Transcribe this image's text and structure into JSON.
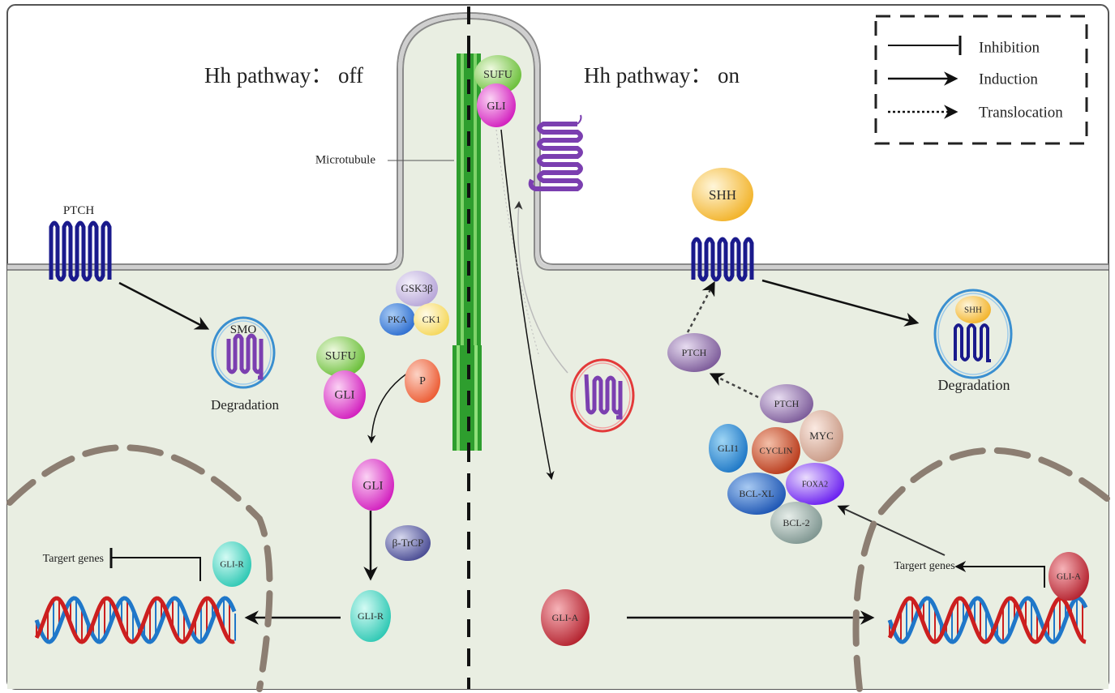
{
  "titles": {
    "off": "Hh pathway： off",
    "on": "Hh pathway： on"
  },
  "legend": {
    "items": [
      {
        "symbol": "inhibition-line",
        "label": "Inhibition"
      },
      {
        "symbol": "solid-arrow",
        "label": "Induction"
      },
      {
        "symbol": "dotted-arrow",
        "label": "Translocation"
      }
    ]
  },
  "labels": {
    "microtubule": "Microtubule",
    "ptch_left": "PTCH",
    "smo": "SMO",
    "degradation_left": "Degradation",
    "degradation_right": "Degradation",
    "target_genes_left": "Targert genes",
    "target_genes_right": "Targert genes"
  },
  "proteins": {
    "cilium_sufu": "SUFU",
    "cilium_gli": "GLI",
    "gsk3b": "GSK3β",
    "pka": "PKA",
    "ck1": "CK1",
    "sufu": "SUFU",
    "gli_complex": "GLI",
    "p": "P",
    "gli_free": "GLI",
    "btrcp": "β-TrCP",
    "gli_r_cyto": "GLI-R",
    "gli_r_nucleus": "GLI-R",
    "gli_a_cyto": "GLI-A",
    "gli_a_nucleus": "GLI-A",
    "shh_receptor": "SHH",
    "shh_degradation": "SHH",
    "ptch_translocated": "PTCH",
    "ptch_target": "PTCH",
    "myc": "MYC",
    "gli1": "GLI1",
    "cyclin": "CYCLIN",
    "bcl_xl": "BCL-XL",
    "foxa2": "FOXA2",
    "bcl_2": "BCL-2"
  },
  "colors": {
    "cytoplasm": "#e9eee2",
    "membrane": "#a9a9a9",
    "receptor_ptch": "#1a1a8c",
    "receptor_smo": "#7b3fb0",
    "microtubule": "#2e9e2e",
    "nuclear_envelope": "#8c7e72",
    "dna_blue": "#1f77c9",
    "dna_red": "#cc1f1f"
  }
}
